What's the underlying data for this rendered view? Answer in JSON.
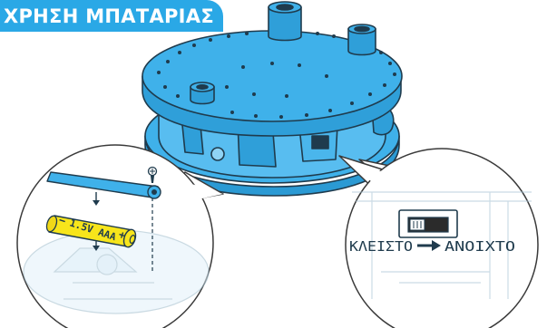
{
  "title": "ΧΡΗΣΗ ΜΠΑΤΑΡΙΑΣ",
  "battery_label": "1.5V AAA",
  "battery_minus": "−",
  "battery_plus": "+",
  "switch_off_label": "ΚΛΕΙΣΤΟ",
  "switch_on_label": "ΑΝΟΙΧΤΟ",
  "colors": {
    "accent": "#2aa8e6",
    "robot_top": "#3fb1ea",
    "robot_side": "#2f9fd9",
    "outline": "#1f3b4d",
    "battery": "#f7e51b",
    "callout_fill": "#ffffff",
    "callout_stroke": "#3a3a3a"
  },
  "icons": [
    "screw-icon",
    "down-arrow-icon",
    "right-arrow-icon",
    "toggle-switch-icon"
  ]
}
